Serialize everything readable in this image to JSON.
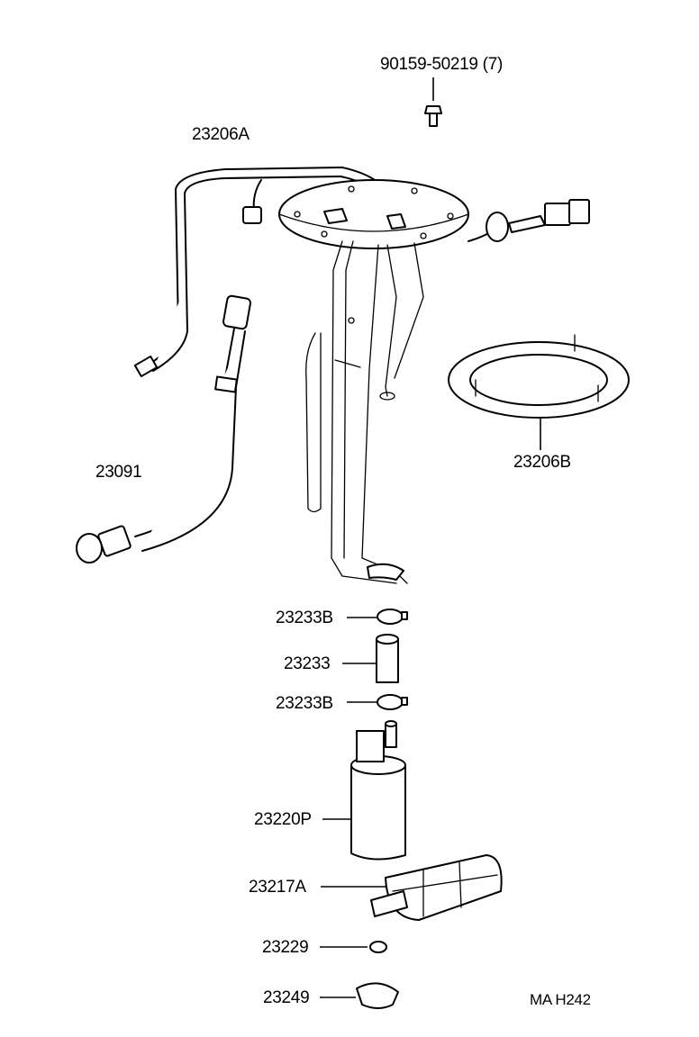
{
  "callouts": {
    "bolt": "90159-50219 (7)",
    "gauge_assembly": "23206A",
    "gasket": "23206B",
    "hose": "23091",
    "clamp_upper": "23233B",
    "sleeve": "23233",
    "clamp_lower": "23233B",
    "pump": "23220P",
    "filter": "23217A",
    "cushion": "23229",
    "retainer": "23249"
  },
  "drawing_code": "MA H242"
}
